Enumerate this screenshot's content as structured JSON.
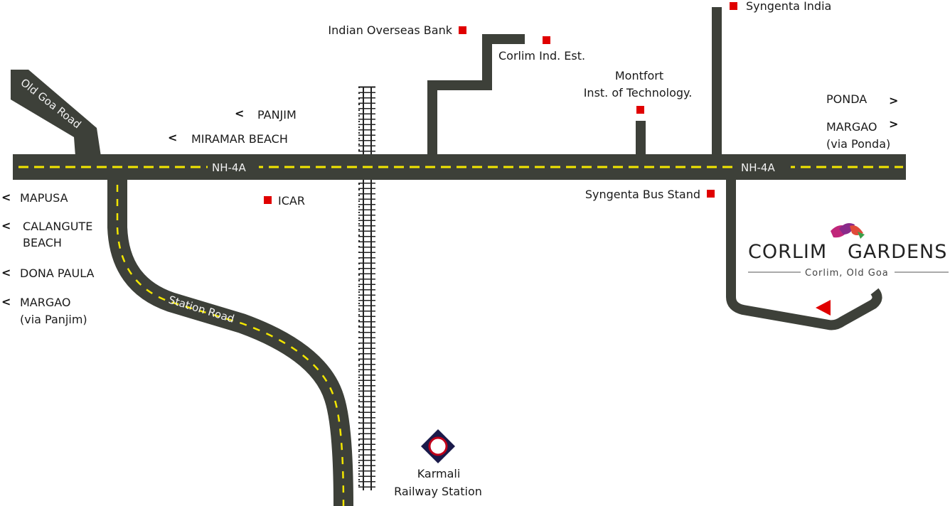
{
  "roads": {
    "highway": "NH-4A",
    "highway_right": "NH-4A",
    "old_goa_road": "Old Goa Road",
    "station_road": "Station Road"
  },
  "directions_left": [
    {
      "label": "PANJIM"
    },
    {
      "label": "MIRAMAR  BEACH"
    },
    {
      "label": "MAPUSA"
    },
    {
      "label": "CALANGUTE",
      "label2": "BEACH"
    },
    {
      "label": "DONA PAULA"
    },
    {
      "label": "MARGAO",
      "label2": "(via Panjim)"
    }
  ],
  "directions_right": [
    {
      "label": "PONDA"
    },
    {
      "label": "MARGAO",
      "label2": "(via Ponda)"
    }
  ],
  "landmarks": [
    {
      "label": "Indian Overseas Bank"
    },
    {
      "label": "Corlim Ind. Est."
    },
    {
      "label": "Montfort",
      "label2": "Inst. of Technology."
    },
    {
      "label": "Syngenta India"
    },
    {
      "label": "Syngenta Bus Stand"
    },
    {
      "label": "ICAR"
    }
  ],
  "station": {
    "line1": "Karmali",
    "line2": "Railway Station"
  },
  "brand": {
    "name_left": "CORLIM",
    "name_right": "GARDENS",
    "tagline": "Corlim, Old Goa"
  },
  "colors": {
    "road": "#3d4039",
    "lane": "#f2e600",
    "marker": "#e00000",
    "station_diamond": "#1a1a4a",
    "station_ring": "#c0001a"
  }
}
